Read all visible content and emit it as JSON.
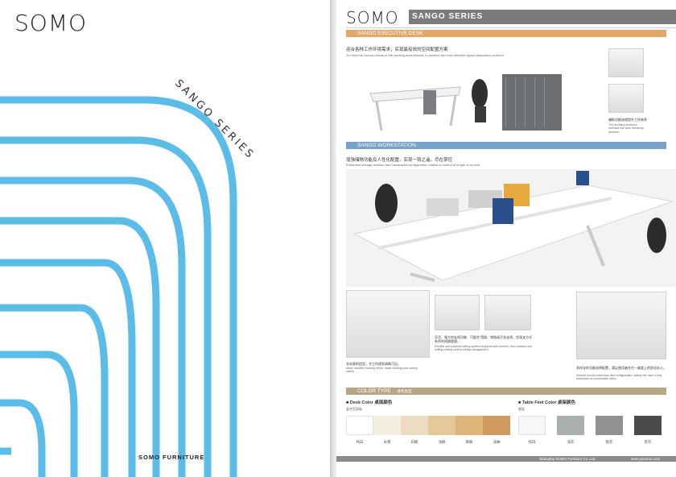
{
  "cover": {
    "brand": "SOMO",
    "series": "SANGO SERIES",
    "footer": "SOMO FURNITURE",
    "stripe_color": "#5bbce8"
  },
  "spec": {
    "brand": "SOMO",
    "series_badge": "SANGO SERIES",
    "executive": {
      "title": "SANGO EXECUTIVE DESK",
      "cn": "迎合各种工作环境需求，实现最有效的空间配置方案",
      "en": "To meet the various needs of the working environment, to achieve the most effective space disposition scheme.",
      "aux_cn": "辅助功能成就提升工作效率",
      "aux_en": "The auxiliary functions increase the work efficiency doubled."
    },
    "workstation": {
      "title": "SANGO WORKSTATION",
      "cn": "增强储物功能及人性化配置，实现一臂之遥，尽在掌控",
      "en": "Enhanced storage function and humanized configuration, realize to control of length of an arm.",
      "cap1_cn": "非创意的造型，令工作规划清晰可见。",
      "cap1_en": "Make creative instantly show, make working plan clearly visible.",
      "cap2_cn": "灵活、强大的走线功能：可配合 墙插、地插或天花走线，实现走方式有序的线路管理。",
      "cap2_en": "Flexible and powerful wiring system supports wall sockets, floor sockets and ceiling routing orderly wiring management.",
      "cap3_cn": "多样化的功能选择配置，满足使用者在任一维度上的舒适办公。",
      "cap3_en": "Diverse function selection and configuration, satisfy the user in any dimension of comfortable office."
    },
    "color": {
      "title": "COLOR TYPE",
      "title_cn": "颜色类型",
      "desk_label": "■ Desk Color  桌面颜色",
      "desk_sub": "复合型面板",
      "feet_label": "■ Table Feet  Color  桌架颜色",
      "feet_sub": "钢架",
      "desk": [
        {
          "name": "纯白",
          "color": "#ffffff"
        },
        {
          "name": "米黄",
          "color": "#f4eedf"
        },
        {
          "name": "白枫",
          "color": "#ecdcc0"
        },
        {
          "name": "浅枫",
          "color": "#e3c89a"
        },
        {
          "name": "黄枫",
          "color": "#ddb57a"
        },
        {
          "name": "浅柚",
          "color": "#cf9a5e"
        }
      ],
      "feet": [
        {
          "name": "纯白",
          "color": "#f7f7f7"
        },
        {
          "name": "浅灰",
          "color": "#a9b0ac"
        },
        {
          "name": "银灰",
          "color": "#8f9290"
        },
        {
          "name": "黑灰",
          "color": "#4a4a4a"
        }
      ]
    },
    "footer_company": "Shanghai SOMO Furniture Co.,Ltd.",
    "footer_url": "www.yesomo.com",
    "accent": "#e1a86a"
  }
}
